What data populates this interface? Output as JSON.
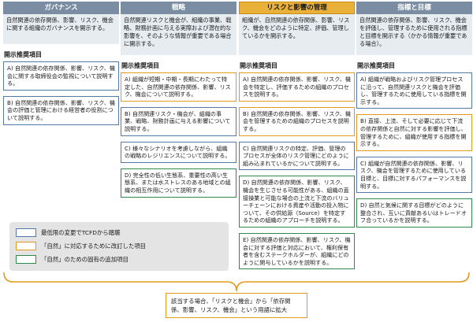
{
  "columns": [
    {
      "title": "ガバナンス",
      "description": "自然関連の依存関係、影響、リスク、機会に関する組織のガバナンスを開示する。",
      "rec_label": "開示推奨項目",
      "cards": [
        {
          "text": "A) 自然関連の依存関係、影響、リスク、機会に関する取締役会の監視について説明する。",
          "type": "blue"
        },
        {
          "text": "B) 自然関連の依存関係、影響、リスク、機会の評価と管理における経営者の役割について説明する。",
          "type": "blue"
        }
      ]
    },
    {
      "title": "戦略",
      "description": "自然関連リスクと機会が、組織の事業、戦略、財務計画に与える実際および潜在的な影響を、そのような情報が重要である場合に開示する。",
      "rec_label": "開示推奨項目",
      "cards": [
        {
          "text": "A) 組織が短期・中期・長期にわたって特定した、自然関連の依存関係、影響、リスク、機会について説明する。",
          "type": "orange"
        },
        {
          "text": "B) 自然関連リスク・機会が、組織の事業、戦略、財務計画に与える影響について説明する。",
          "type": "blue"
        },
        {
          "text": "C) 様々なシナリオを考慮しながら、組織の戦略のレジリエンスについて説明する。",
          "type": "blue"
        },
        {
          "text": "D) 完全性の低い生態系、重要性の高い生態系、または水ストレスのある地域との組織の相互作用について説明する。",
          "type": "green"
        }
      ]
    },
    {
      "title": "リスクと影響の管理",
      "description": "組織が、自然関連の依存関係、影響、リスク、機会をどのように特定、評価、管理しているかを開示する。",
      "rec_label": "開示推奨項目",
      "cards": [
        {
          "text": "A) 自然関連の依存関係、影響、リスク、機会を特定し、評価するための組織のプロセスを説明する。",
          "type": "orange"
        },
        {
          "text": "B) 自然関連の依存関係、影響、リスク、機会を管理するための組織のプロセスを説明する。",
          "type": "orange"
        },
        {
          "text": "C) 自然関連リスクの特定、評価、管理のプロセスが全体のリスク管理にどのように組み込まれているかについて説明する。",
          "type": "blue"
        },
        {
          "text": "D) 自然関連の依存関係、影響、リスク、機会を生じさせる可能性がある、組織の直接操業と可能な場合の上流と下流のバリューチェーンにおける資産や活動の投入物について、その供給源（Source）を特定するための組織のアプローチを説明する。",
          "type": "green"
        },
        {
          "text": "E) 自然関連の依存関係、影響、リスク、機会に対する評価と対応において、権利保有者を含むステークホルダーが、組織にどのように関与しているかを説明する。",
          "type": "green"
        }
      ]
    },
    {
      "title": "指標と目標",
      "description": "自然関連の依存関係、影響、リスク、機会を評価し、管理するために使用される指標と目標を開示する（かかる情報が重要である場合）。",
      "rec_label": "開示推奨項目",
      "cards": [
        {
          "text": "A) 組織が戦略およびリスク管理プロセスに沿って、自然関連リスクと機会を評価し、管理するために使用している指標を開示する。",
          "type": "blue"
        },
        {
          "text": "B) 直接、上流、そして必要に応じて下流の依存関係と自然に対する影響を評価し、管理するために、組織が使用する指標を開示する。",
          "type": "orange"
        },
        {
          "text": "C) 組織が自然関連の依存関係、影響、リスク、機会を管理するために使用している目標と、目標に対するパフォーマンスを説明する。",
          "type": "blue"
        },
        {
          "text": "D) 自然と気候に関する目標がどのように整合され、互いに貢献あるいはトレードオフ合っているかを説明する。",
          "type": "green"
        }
      ]
    }
  ],
  "legend": [
    {
      "text": "最低限の変更でTCFDから踏襲",
      "type": "blue"
    },
    {
      "text": "「自然」に対応するために改訂した項目",
      "type": "orange"
    },
    {
      "text": "「自然」のための固有の追加項目",
      "type": "green"
    }
  ],
  "bottom_note": "該当する場合、「リスクと機会」から「依存関係、影響、リスク、機会」という用語に拡大",
  "colors": {
    "blue_border": "#5478a8",
    "orange_border": "#e29a1e",
    "green_border": "#2f8a4a",
    "header_fill": "#7a8da2",
    "highlight_header_fill": "#e9b03a",
    "description_fill": "#e7ecf1",
    "legend_fill": "#e4e4e4"
  }
}
